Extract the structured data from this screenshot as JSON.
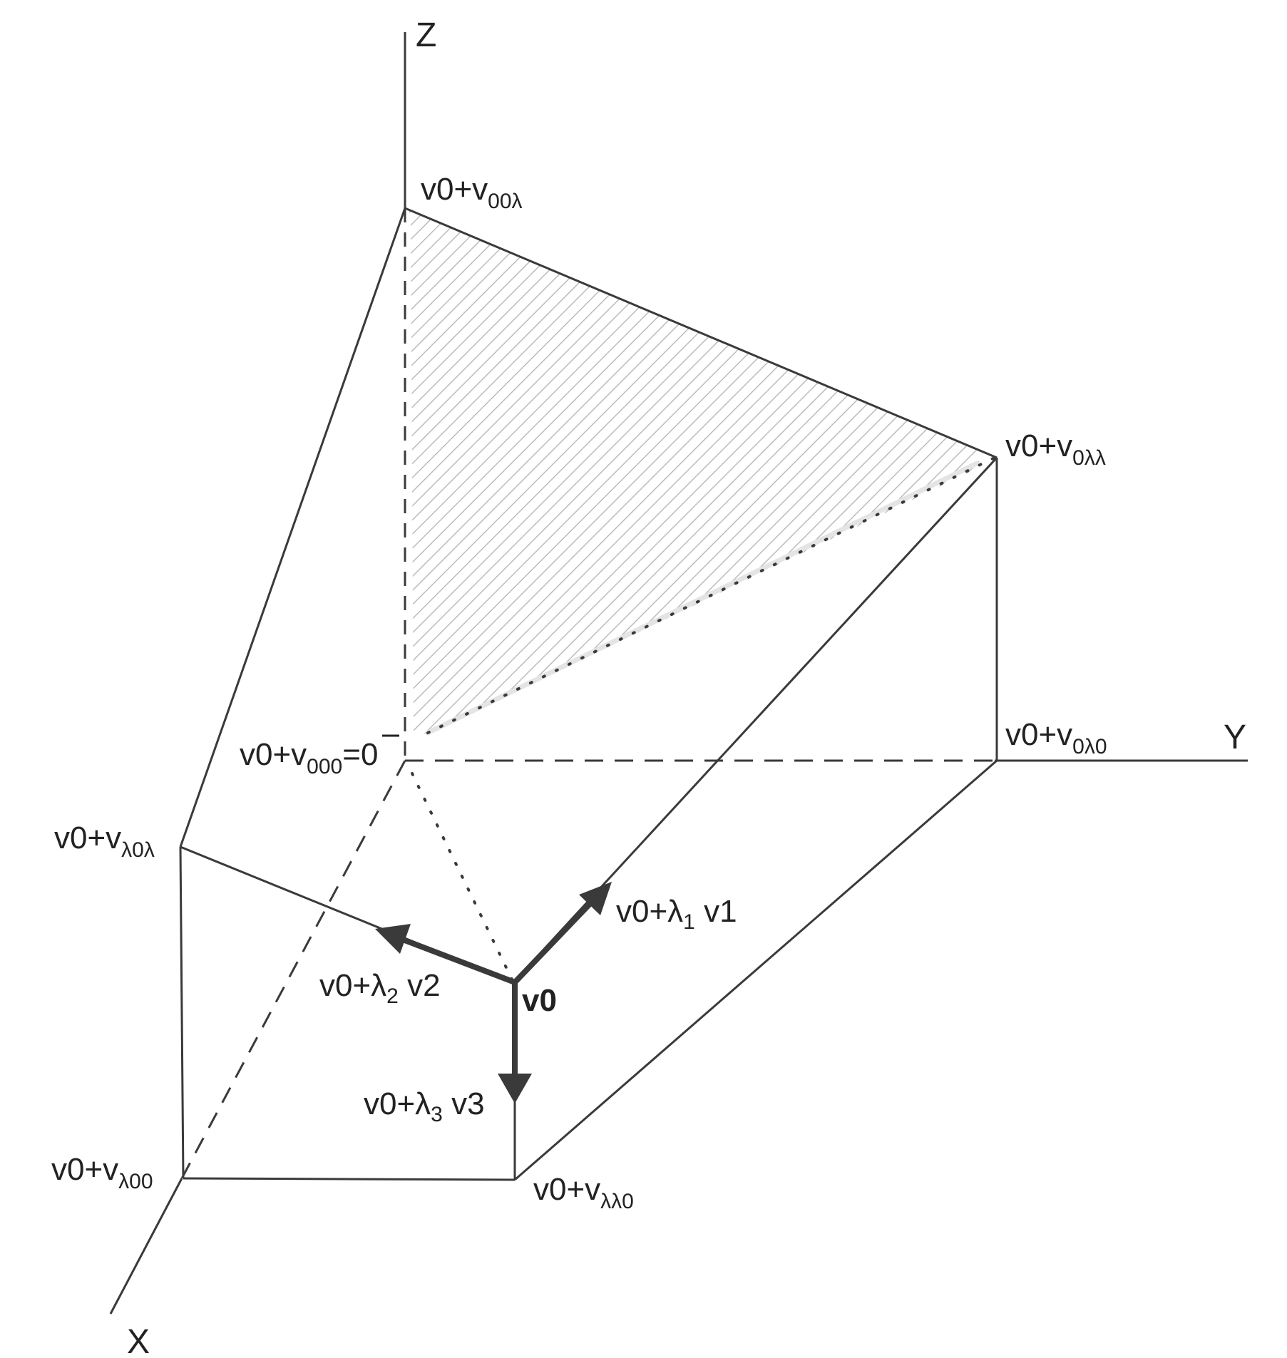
{
  "axes": {
    "x": "X",
    "y": "Y",
    "z": "Z"
  },
  "vertices": {
    "v00l": {
      "base": "v0+v",
      "sub": "00λ"
    },
    "v0ll": {
      "base": "v0+v",
      "sub": "0λλ"
    },
    "v0l0": {
      "base": "v0+v",
      "sub": "0λ0"
    },
    "v000": {
      "base": "v0+v",
      "sub": "000",
      "suffix": "=",
      "zero": "0"
    },
    "vl0l": {
      "base": "v0+v",
      "sub": "λ0λ"
    },
    "vl00": {
      "base": "v0+v",
      "sub": "λ00"
    },
    "vll0": {
      "base": "v0+v",
      "sub": "λλ0"
    }
  },
  "vectors": {
    "origin": "v0",
    "v1": {
      "pre": "v0+λ",
      "sub": "1",
      "post": " v1"
    },
    "v2": {
      "pre": "v0+λ",
      "sub": "2",
      "post": " v2"
    },
    "v3": {
      "pre": "v0+λ",
      "sub": "3",
      "post": " v3"
    }
  },
  "colors": {
    "line": "#3a3a3a",
    "arrow": "#3a3a3a",
    "hatch": "#b8b8b8",
    "highlight": "#e4e4e4"
  }
}
